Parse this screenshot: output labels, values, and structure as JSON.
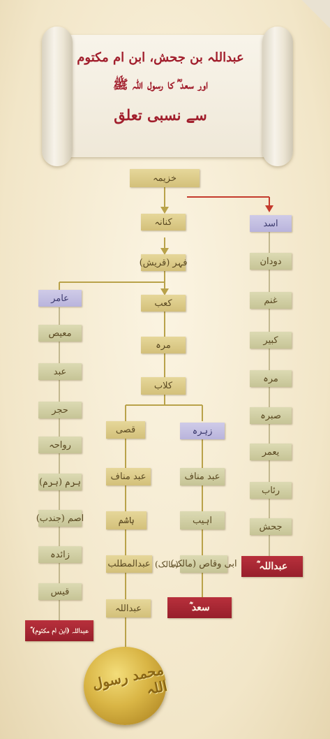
{
  "title": {
    "line1": "عبداللہ بن جحش، ابن ام مکتوم",
    "line2": "اور سعد ؓ کا رسول اللہ ﷺ",
    "line3": "سے نسبی تعلق"
  },
  "root": "خزیمہ",
  "center": {
    "chain": [
      "کنانہ",
      "فہر (قریش)",
      "کعب",
      "مرہ",
      "کلاب"
    ],
    "qusay_line": [
      "قصی",
      "عبد مناف",
      "ہاشم",
      "عبدالمطلب",
      "عبداللہ"
    ],
    "zuhra_line": [
      "زہرہ",
      "عبد مناف",
      "اہیب",
      "ابی وقاص (مالک)"
    ],
    "zuhra_end": "سعد ؓ",
    "muttalib_note": "(مالک)"
  },
  "left_line": {
    "items": [
      "عامر",
      "معیص",
      "عبد",
      "حجر",
      "رواحہ",
      "ہرم (ہرم)",
      "اصم (جندب)",
      "زائدہ",
      "قیس"
    ],
    "end": "عبداللہ (ابن ام مکتوم) ؓ"
  },
  "right_line": {
    "items": [
      "اسد",
      "دودان",
      "غنم",
      "کبیر",
      "مرہ",
      "صبرہ",
      "یعمر",
      "رئاب",
      "جحش"
    ],
    "end": "عبداللہ ؓ"
  },
  "seal_text": "محمد رسول اللہ",
  "colors": {
    "accent_red": "#a11e2c",
    "olive": "#d3c07a",
    "sage": "#c6c496",
    "lavender": "#b9b4dc"
  }
}
